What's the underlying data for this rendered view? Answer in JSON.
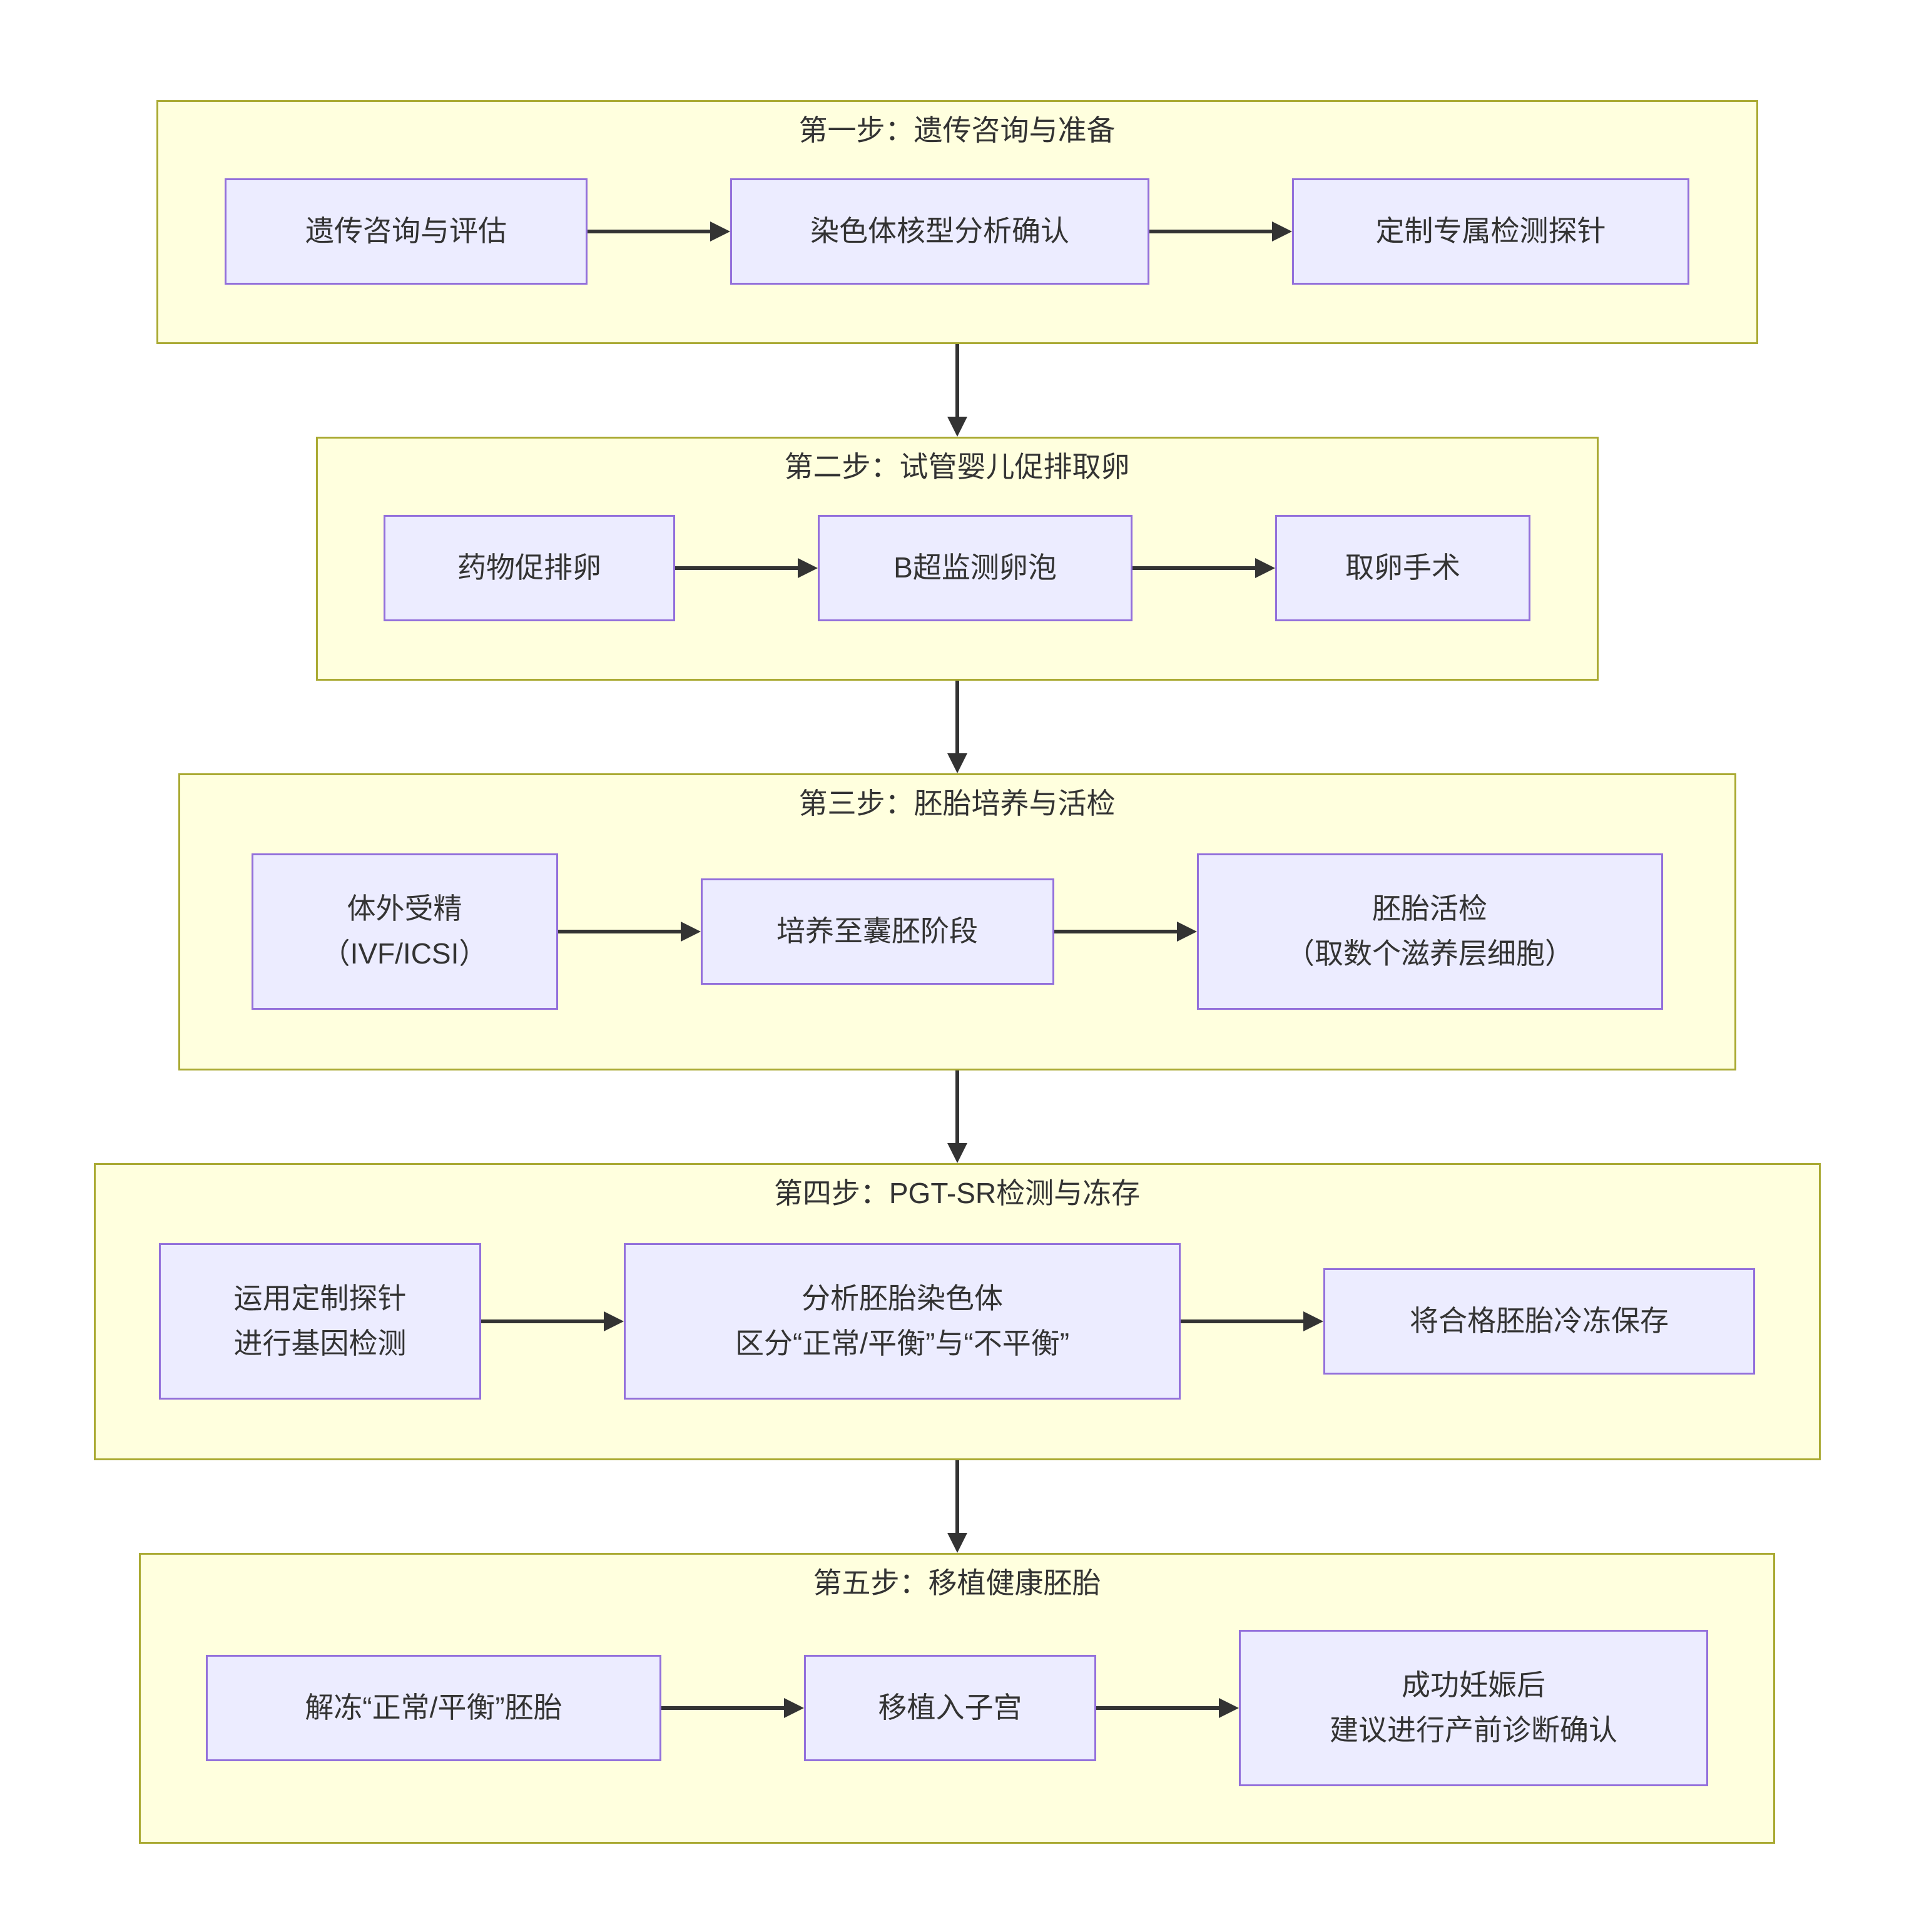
{
  "diagram": {
    "type": "flowchart",
    "direction": "top-to-bottom",
    "colors": {
      "stage_fill": "#ffffde",
      "stage_border": "#aaaa33",
      "node_fill": "#ECECFF",
      "node_border": "#9370DB",
      "arrow": "#333333",
      "text": "#333333"
    },
    "stages": [
      {
        "title": "第一步：遗传咨询与准备",
        "nodes": [
          {
            "lines": [
              "遗传咨询与评估"
            ]
          },
          {
            "lines": [
              "染色体核型分析确认"
            ]
          },
          {
            "lines": [
              "定制专属检测探针"
            ]
          }
        ]
      },
      {
        "title": "第二步：试管婴儿促排取卵",
        "nodes": [
          {
            "lines": [
              "药物促排卵"
            ]
          },
          {
            "lines": [
              "B超监测卵泡"
            ]
          },
          {
            "lines": [
              "取卵手术"
            ]
          }
        ]
      },
      {
        "title": "第三步：胚胎培养与活检",
        "nodes": [
          {
            "lines": [
              "体外受精",
              "（IVF/ICSI）"
            ]
          },
          {
            "lines": [
              "培养至囊胚阶段"
            ]
          },
          {
            "lines": [
              "胚胎活检",
              "（取数个滋养层细胞）"
            ]
          }
        ]
      },
      {
        "title": "第四步：PGT-SR检测与冻存",
        "nodes": [
          {
            "lines": [
              "运用定制探针",
              "进行基因检测"
            ]
          },
          {
            "lines": [
              "分析胚胎染色体",
              "区分“正常/平衡”与“不平衡”"
            ]
          },
          {
            "lines": [
              "将合格胚胎冷冻保存"
            ]
          }
        ]
      },
      {
        "title": "第五步：移植健康胚胎",
        "nodes": [
          {
            "lines": [
              "解冻“正常/平衡”胚胎"
            ]
          },
          {
            "lines": [
              "移植入子宫"
            ]
          },
          {
            "lines": [
              "成功妊娠后",
              "建议进行产前诊断确认"
            ]
          }
        ]
      }
    ]
  }
}
